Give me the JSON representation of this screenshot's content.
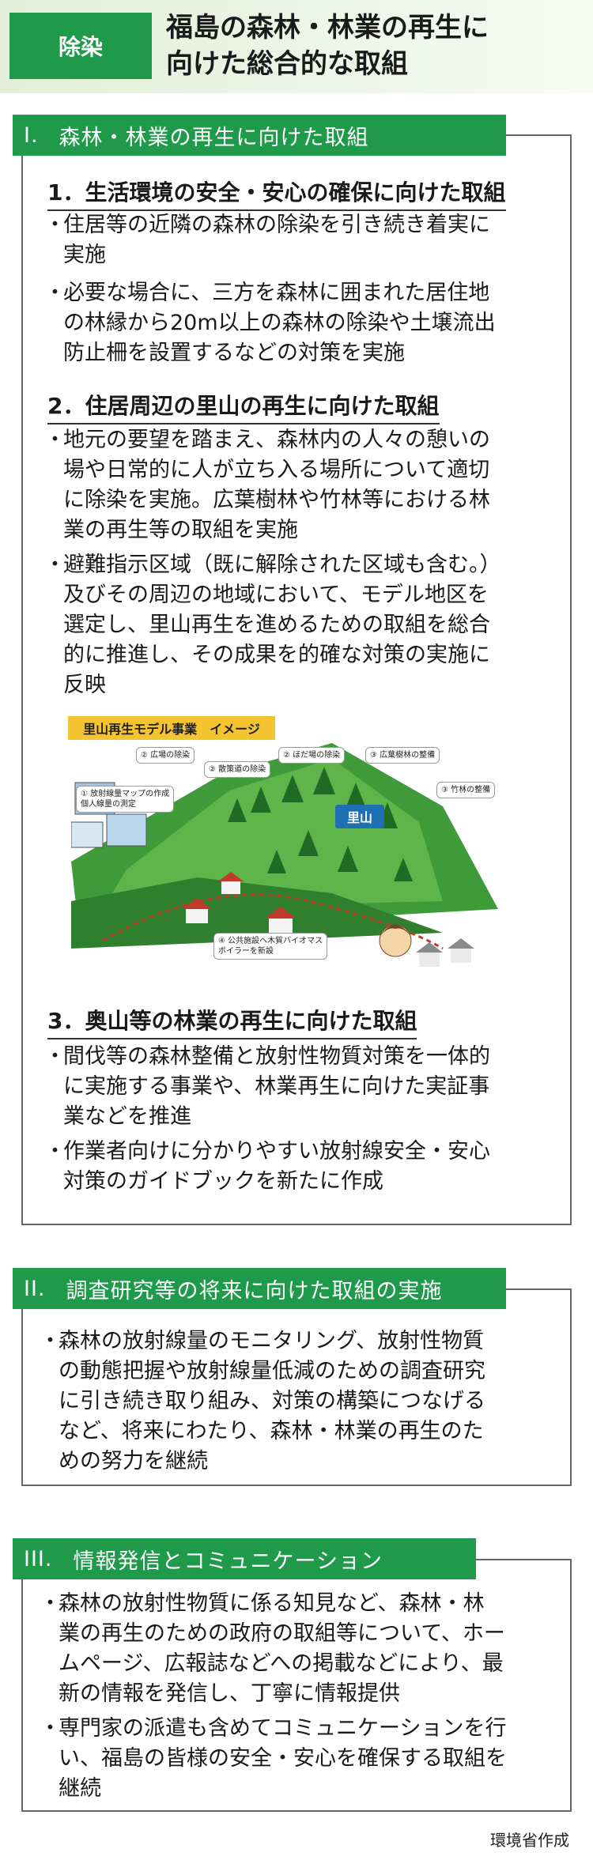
{
  "header": {
    "tag": "除染",
    "title_line1": "福島の森林・林業の再生に",
    "title_line2": "向けた総合的な取組"
  },
  "section1": {
    "num": "I.",
    "title": "森林・林業の再生に向けた取組",
    "sub1": {
      "title": "1．生活環境の安全・安心の確保に向けた取組",
      "bullets": [
        [
          "住居等の近隣の森林の除染を引き続き着実に",
          "実施"
        ],
        [
          "必要な場合に、三方を森林に囲まれた居住地",
          "の林縁から20m以上の森林の除染や土壌流出",
          "防止柵を設置するなどの対策を実施"
        ]
      ]
    },
    "sub2": {
      "title": "2．住居周辺の里山の再生に向けた取組",
      "bullets": [
        [
          "地元の要望を踏まえ、森林内の人々の憩いの",
          "場や日常的に人が立ち入る場所について適切",
          "に除染を実施。広葉樹林や竹林等における林",
          "業の再生等の取組を実施"
        ],
        [
          "避難指示区域（既に解除された区域も含む。）",
          "及びその周辺の地域において、モデル地区を",
          "選定し、里山再生を進めるための取組を総合",
          "的に推進し、その成果を的確な対策の実施に",
          "反映"
        ]
      ]
    },
    "illustration": {
      "banner": "里山再生モデル事業　イメージ",
      "satoyama": "里山",
      "callouts": {
        "c1a": "① 放射線量マップの作成",
        "c1b": "   個人線量の測定",
        "c2a": "② 広場の除染",
        "c2b": "② 散策道の除染",
        "c2c": "② ほだ場の除染",
        "c3a": "③ 広葉樹林の整備",
        "c3b": "③ 竹林の整備",
        "c4a": "④ 公共施設へ木質バイオマス",
        "c4b": "   ボイラーを新設"
      }
    },
    "sub3": {
      "title": "3．奥山等の林業の再生に向けた取組",
      "bullets": [
        [
          "間伐等の森林整備と放射性物質対策を一体的",
          "に実施する事業や、林業再生に向けた実証事",
          "業などを推進"
        ],
        [
          "作業者向けに分かりやすい放射線安全・安心",
          "対策のガイドブックを新たに作成"
        ]
      ]
    }
  },
  "section2": {
    "num": "II.",
    "title": "調査研究等の将来に向けた取組の実施",
    "bullets": [
      [
        "森林の放射線量のモニタリング、放射性物質",
        "の動態把握や放射線量低減のための調査研究",
        "に引き続き取り組み、対策の構築につなげる",
        "など、将来にわたり、森林・林業の再生のた",
        "めの努力を継続"
      ]
    ]
  },
  "section3": {
    "num": "III.",
    "title": "情報発信とコミュニケーション",
    "bullets": [
      [
        "森林の放射性物質に係る知見など、森林・林",
        "業の再生のための政府の取組等について、ホー",
        "ムページ、広報誌などへの掲載などにより、最",
        "新の情報を発信し、丁寧に情報提供"
      ],
      [
        "専門家の派遣も含めてコミュニケーションを行",
        "い、福島の皆様の安全・安心を確保する取組を",
        "継続"
      ]
    ]
  },
  "bullet_mark": "・",
  "footer": "環境省作成",
  "colors": {
    "accent_green": "#1e9a4a",
    "satoyama_blue": "#1f6fb3",
    "banner_yellow": "#f4c430"
  }
}
